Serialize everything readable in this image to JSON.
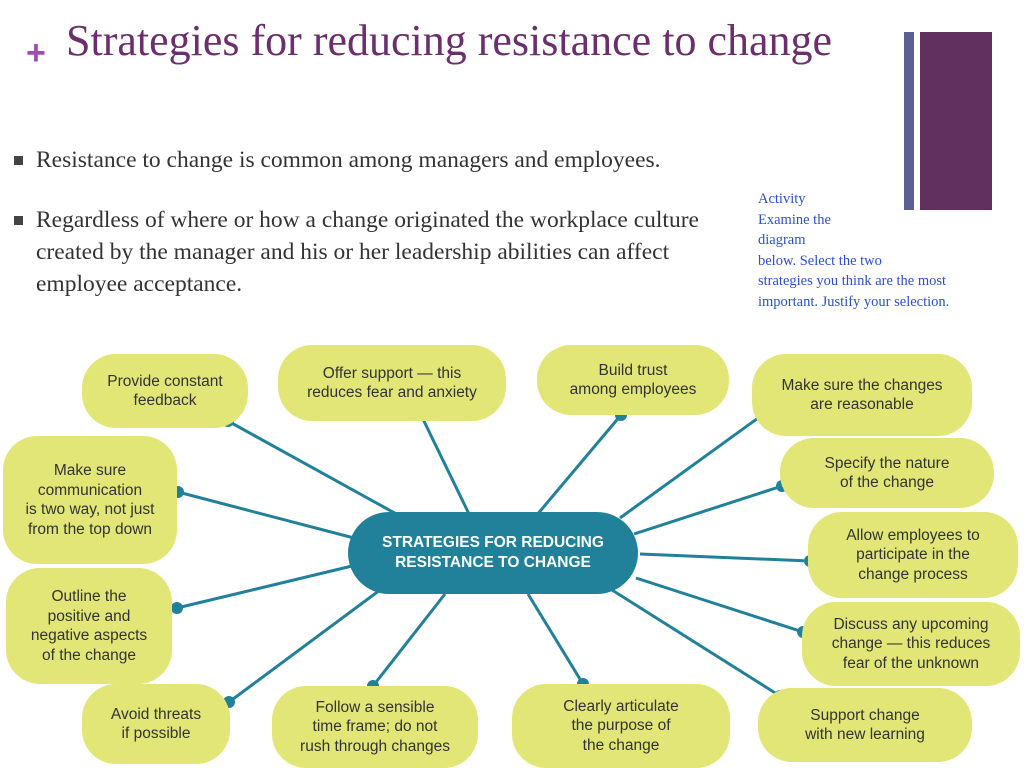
{
  "slide": {
    "marker": "+",
    "title": "Strategies for reducing resistance to change",
    "bullets": [
      "Resistance to change is common among managers and employees.",
      "Regardless of  where or how a change originated the workplace culture created by the manager and his or her leadership abilities can affect employee acceptance."
    ],
    "activity": {
      "lines": [
        "Activity",
        "Examine the",
        "diagram",
        "below. Select the two",
        "strategies you think are the most",
        "important. Justify your selection."
      ]
    }
  },
  "diagram": {
    "center": "STRATEGIES FOR REDUCING\nRESISTANCE TO CHANGE",
    "colors": {
      "node": "#e2e676",
      "center": "#21819a",
      "connector": "#21819a"
    },
    "nodes": [
      {
        "id": "constant-feedback",
        "text": "Provide constant\nfeedback"
      },
      {
        "id": "offer-support",
        "text": "Offer support — this\nreduces fear and anxiety"
      },
      {
        "id": "build-trust",
        "text": "Build trust\namong employees"
      },
      {
        "id": "changes-reasonable",
        "text": "Make sure the changes\nare reasonable"
      },
      {
        "id": "two-way-communication",
        "text": "Make sure\ncommunication\nis two way, not just\nfrom the top down"
      },
      {
        "id": "specify-nature",
        "text": "Specify the nature\nof the change"
      },
      {
        "id": "allow-participation",
        "text": "Allow employees to\nparticipate in the\nchange process"
      },
      {
        "id": "outline-aspects",
        "text": "Outline the\npositive and\nnegative aspects\nof the change"
      },
      {
        "id": "discuss-upcoming",
        "text": "Discuss any upcoming\nchange — this reduces\nfear of the unknown"
      },
      {
        "id": "avoid-threats",
        "text": "Avoid threats\nif possible"
      },
      {
        "id": "sensible-timeframe",
        "text": "Follow a sensible\ntime frame; do not\nrush through changes"
      },
      {
        "id": "articulate-purpose",
        "text": "Clearly articulate\nthe purpose of\nthe change"
      },
      {
        "id": "support-learning",
        "text": "Support change\nwith new learning"
      }
    ]
  }
}
